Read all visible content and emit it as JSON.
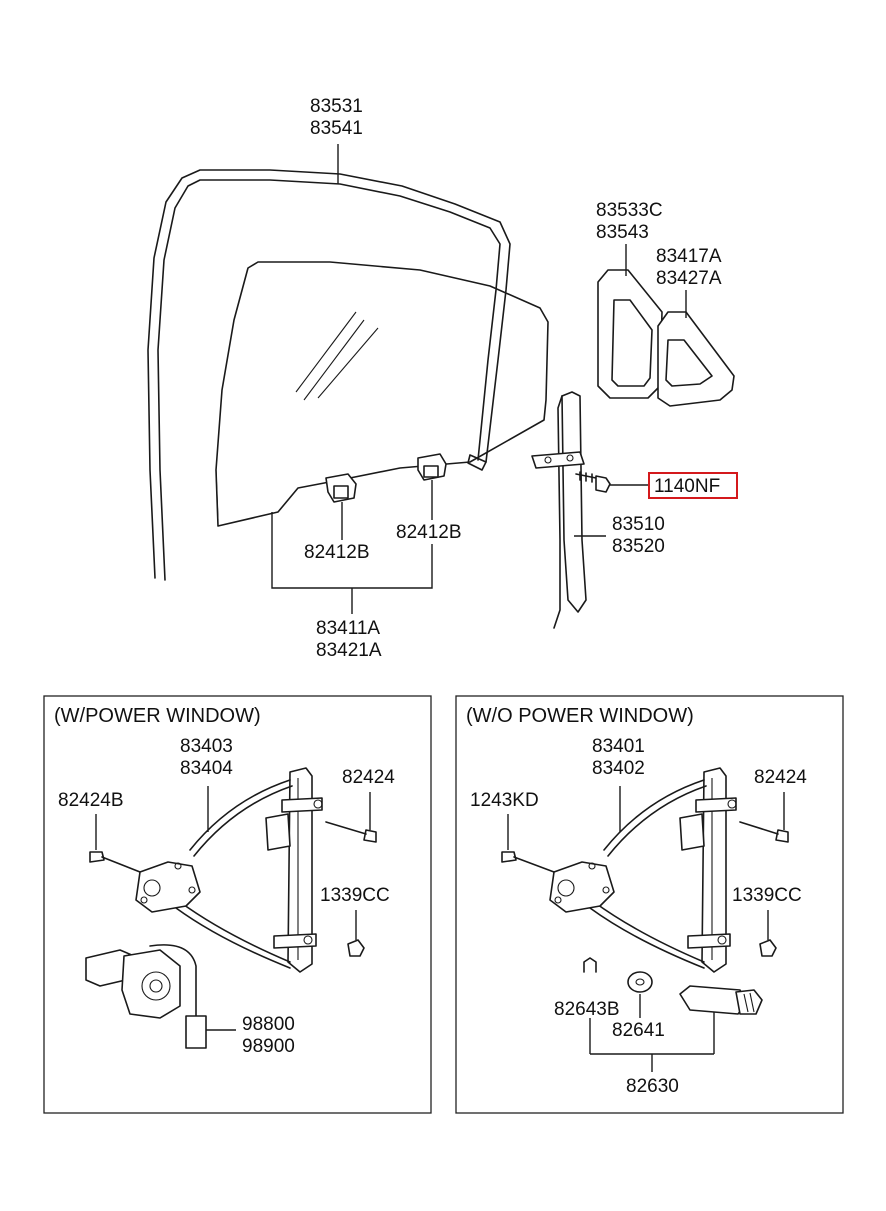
{
  "labels": {
    "glass_run": [
      "83531",
      "83541"
    ],
    "quarter_weatherstrip": [
      "83533C",
      "83543"
    ],
    "quarter_glass": [
      "83417A",
      "83427A"
    ],
    "highlighted_part": "1140NF",
    "rear_channel": [
      "83510",
      "83520"
    ],
    "glass_holder_left": "82412B",
    "glass_holder_right": "82412B",
    "door_glass_assy": [
      "83411A",
      "83421A"
    ]
  },
  "power_window_panel": {
    "title": "(W/POWER WINDOW)",
    "regulator": [
      "83403",
      "83404"
    ],
    "bolt_left": "82424B",
    "bolt_right": "82424",
    "nut": "1339CC",
    "motor": [
      "98800",
      "98900"
    ]
  },
  "manual_window_panel": {
    "title": "(W/O POWER WINDOW)",
    "regulator": [
      "83401",
      "83402"
    ],
    "bolt_left": "1243KD",
    "bolt_right": "82424",
    "nut": "1339CC",
    "clip": "82643B",
    "washer": "82641",
    "handle_assy": "82630"
  },
  "colors": {
    "highlight": "#d4191c",
    "line": "#1a1a1a"
  }
}
